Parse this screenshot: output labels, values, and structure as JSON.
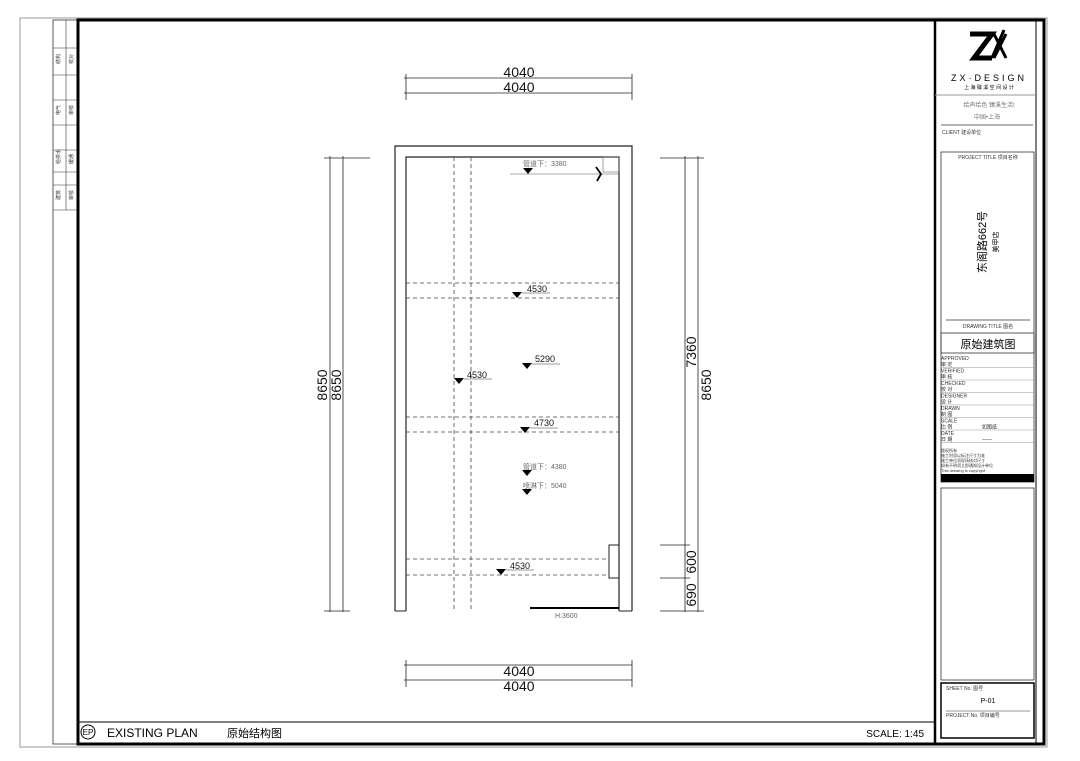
{
  "sheet": {
    "code": "EP",
    "title_en": "EXISTING PLAN",
    "title_cn": "原始结构图",
    "scale": "SCALE: 1:45"
  },
  "left_strip": [
    "结构",
    "校对",
    "电气",
    "审核",
    "给排水",
    "暖通",
    "建筑",
    "审核"
  ],
  "plan": {
    "dims_top": [
      "4040",
      "4040"
    ],
    "dims_bottom": [
      "4040",
      "4040"
    ],
    "dims_left": [
      "8650",
      "8650"
    ],
    "dims_right": [
      "7360",
      "8650",
      "600",
      "690"
    ],
    "levels": [
      "4530",
      "5290",
      "4530",
      "4730",
      "4530"
    ],
    "pipe_notes": [
      "管道下：3380",
      "管道下：4380",
      "喷淋下：5040"
    ],
    "door_height": "H:3600"
  },
  "title_block": {
    "logo_text": "ZX·DESIGN",
    "company_cn": "上 海 臻 溪 空 间 设 计",
    "slogan": "给声给色   臻溪生活!",
    "location": "中国•上海",
    "client_label": "CLIENT 建设单位",
    "project_title_label": "PROJECT TITLE 项目名称",
    "project_name": "东阁路662号",
    "project_sub": "美甲店",
    "drawing_title_label": "DRAWING TITLE 图名",
    "drawing_title": "原始建筑图",
    "roles": [
      {
        "en": "APPROVED",
        "cn": "审 定",
        "value": ""
      },
      {
        "en": "VERIFIED",
        "cn": "审 核",
        "value": ""
      },
      {
        "en": "CHECKED",
        "cn": "校 对",
        "value": ""
      },
      {
        "en": "DESIGNER",
        "cn": "设 计",
        "value": ""
      },
      {
        "en": "DRAWN",
        "cn": "制 图",
        "value": ""
      },
      {
        "en": "SCALE",
        "cn": "比 例",
        "value": "如图纸"
      },
      {
        "en": "DATE",
        "cn": "日 期",
        "value": "——"
      }
    ],
    "notes": [
      "版权所有",
      "施工时须以标注尺寸为准",
      "施工单位须现场核对尺寸",
      "如有不明须立即通知设计单位",
      "This drawing is copyright"
    ],
    "sheet_no_label": "SHEET No. 图号",
    "sheet_no": "P-01",
    "project_no_label": "PROJECT No. 项目编号"
  }
}
